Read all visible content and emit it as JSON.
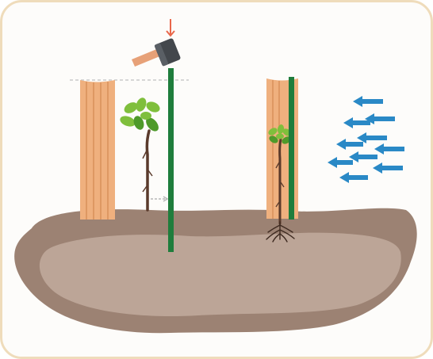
{
  "diagram": {
    "panels": [
      {
        "id": "left",
        "stake": "green-stake",
        "tree": "young-tree",
        "guard": "wooden-tree-guard",
        "tool": "hammer-icon"
      },
      {
        "id": "right",
        "stake": "green-stake",
        "tree": "young-tree-with-roots",
        "guard": "wooden-tree-guard",
        "wind": "wind-arrows"
      }
    ]
  },
  "colors": {
    "frame_border": "#efdcbb",
    "background": "#fdfcfa",
    "ground_dark": "#9c8273",
    "ground_light": "#bca597",
    "wood": "#efb07e",
    "wood_line": "#d98f5a",
    "stake": "#1f7d3c",
    "trunk": "#5a3a2b",
    "leaf": "#7fbf3c",
    "leaf_dark": "#4e9a2a",
    "arrow": "#2a89c6",
    "guide_arrow": "#e9674a",
    "hammer_head": "#43474c",
    "hammer_handle": "#e7a178"
  }
}
